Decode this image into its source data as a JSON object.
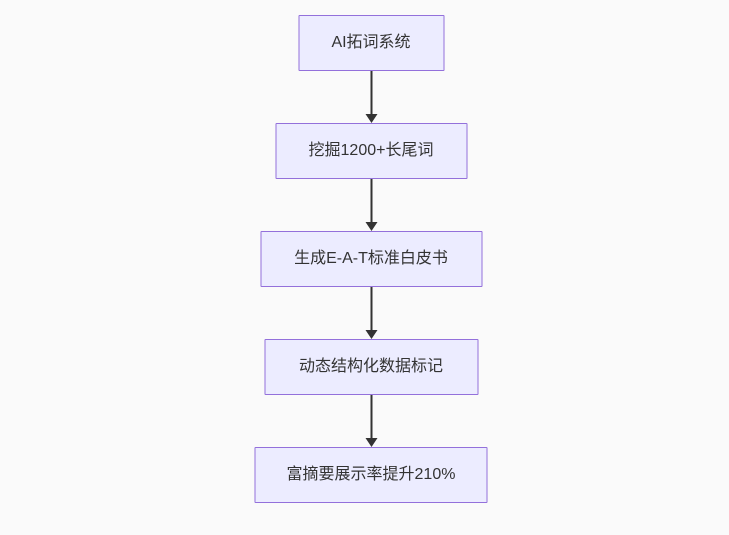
{
  "diagram": {
    "type": "flowchart",
    "direction": "top-down",
    "nodes": [
      {
        "id": "n1",
        "label": "AI拓词系统"
      },
      {
        "id": "n2",
        "label": "挖掘1200+长尾词"
      },
      {
        "id": "n3",
        "label": "生成E-A-T标准白皮书"
      },
      {
        "id": "n4",
        "label": "动态结构化数据标记"
      },
      {
        "id": "n5",
        "label": "富摘要展示率提升210%"
      }
    ],
    "edges": [
      {
        "from": "n1",
        "to": "n2"
      },
      {
        "from": "n2",
        "to": "n3"
      },
      {
        "from": "n3",
        "to": "n4"
      },
      {
        "from": "n4",
        "to": "n5"
      }
    ],
    "colors": {
      "background": "#fafafa",
      "node_fill": "#ECECFF",
      "node_border": "#9370DB",
      "arrow": "#333333",
      "text": "#333333"
    }
  }
}
